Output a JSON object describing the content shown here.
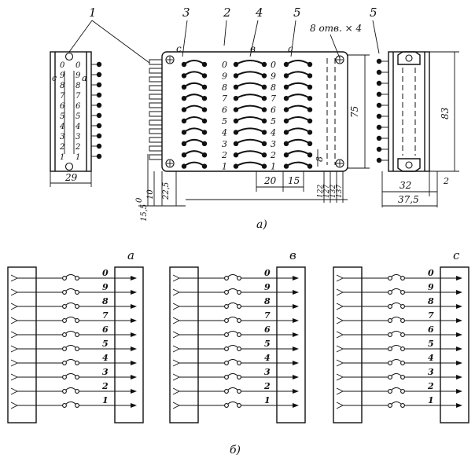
{
  "top": {
    "callouts": [
      "1",
      "3",
      "2",
      "4",
      "5",
      "5"
    ],
    "left_view": {
      "left_col": [
        "0",
        "9",
        "8",
        "7",
        "6",
        "5",
        "4",
        "3",
        "2",
        "1"
      ],
      "right_col": [
        "0",
        "9",
        "8",
        "7",
        "6",
        "5",
        "4",
        "3",
        "2",
        "1"
      ],
      "side_left": "c",
      "side_right": "a",
      "width_dim": "29"
    },
    "front_view": {
      "col_labels": [
        "c",
        "в",
        "a"
      ],
      "numbers": [
        "0",
        "9",
        "8",
        "7",
        "6",
        "5",
        "4",
        "3",
        "2",
        "1"
      ],
      "holes_note": "8 отв. × 4",
      "dims": {
        "height": "75",
        "d8": "8",
        "d20": "20",
        "d15": "15",
        "d122": "122",
        "d127": "127",
        "d132": "132",
        "d137": "137",
        "d0": "0",
        "d10": "10",
        "d15_5": "15,5",
        "d22_5": "22,5"
      }
    },
    "right_view": {
      "height_dim": "83",
      "d32": "32",
      "d2": "2",
      "d37_5": "37,5"
    },
    "caption": "а)"
  },
  "bottom": {
    "diagrams": [
      {
        "label": "a",
        "numbers": [
          "0",
          "9",
          "8",
          "7",
          "6",
          "5",
          "4",
          "3",
          "2",
          "1"
        ]
      },
      {
        "label": "в",
        "numbers": [
          "0",
          "9",
          "8",
          "7",
          "6",
          "5",
          "4",
          "3",
          "2",
          "1"
        ]
      },
      {
        "label": "c",
        "numbers": [
          "0",
          "9",
          "8",
          "7",
          "6",
          "5",
          "4",
          "3",
          "2",
          "1"
        ]
      }
    ],
    "caption": "б)"
  }
}
